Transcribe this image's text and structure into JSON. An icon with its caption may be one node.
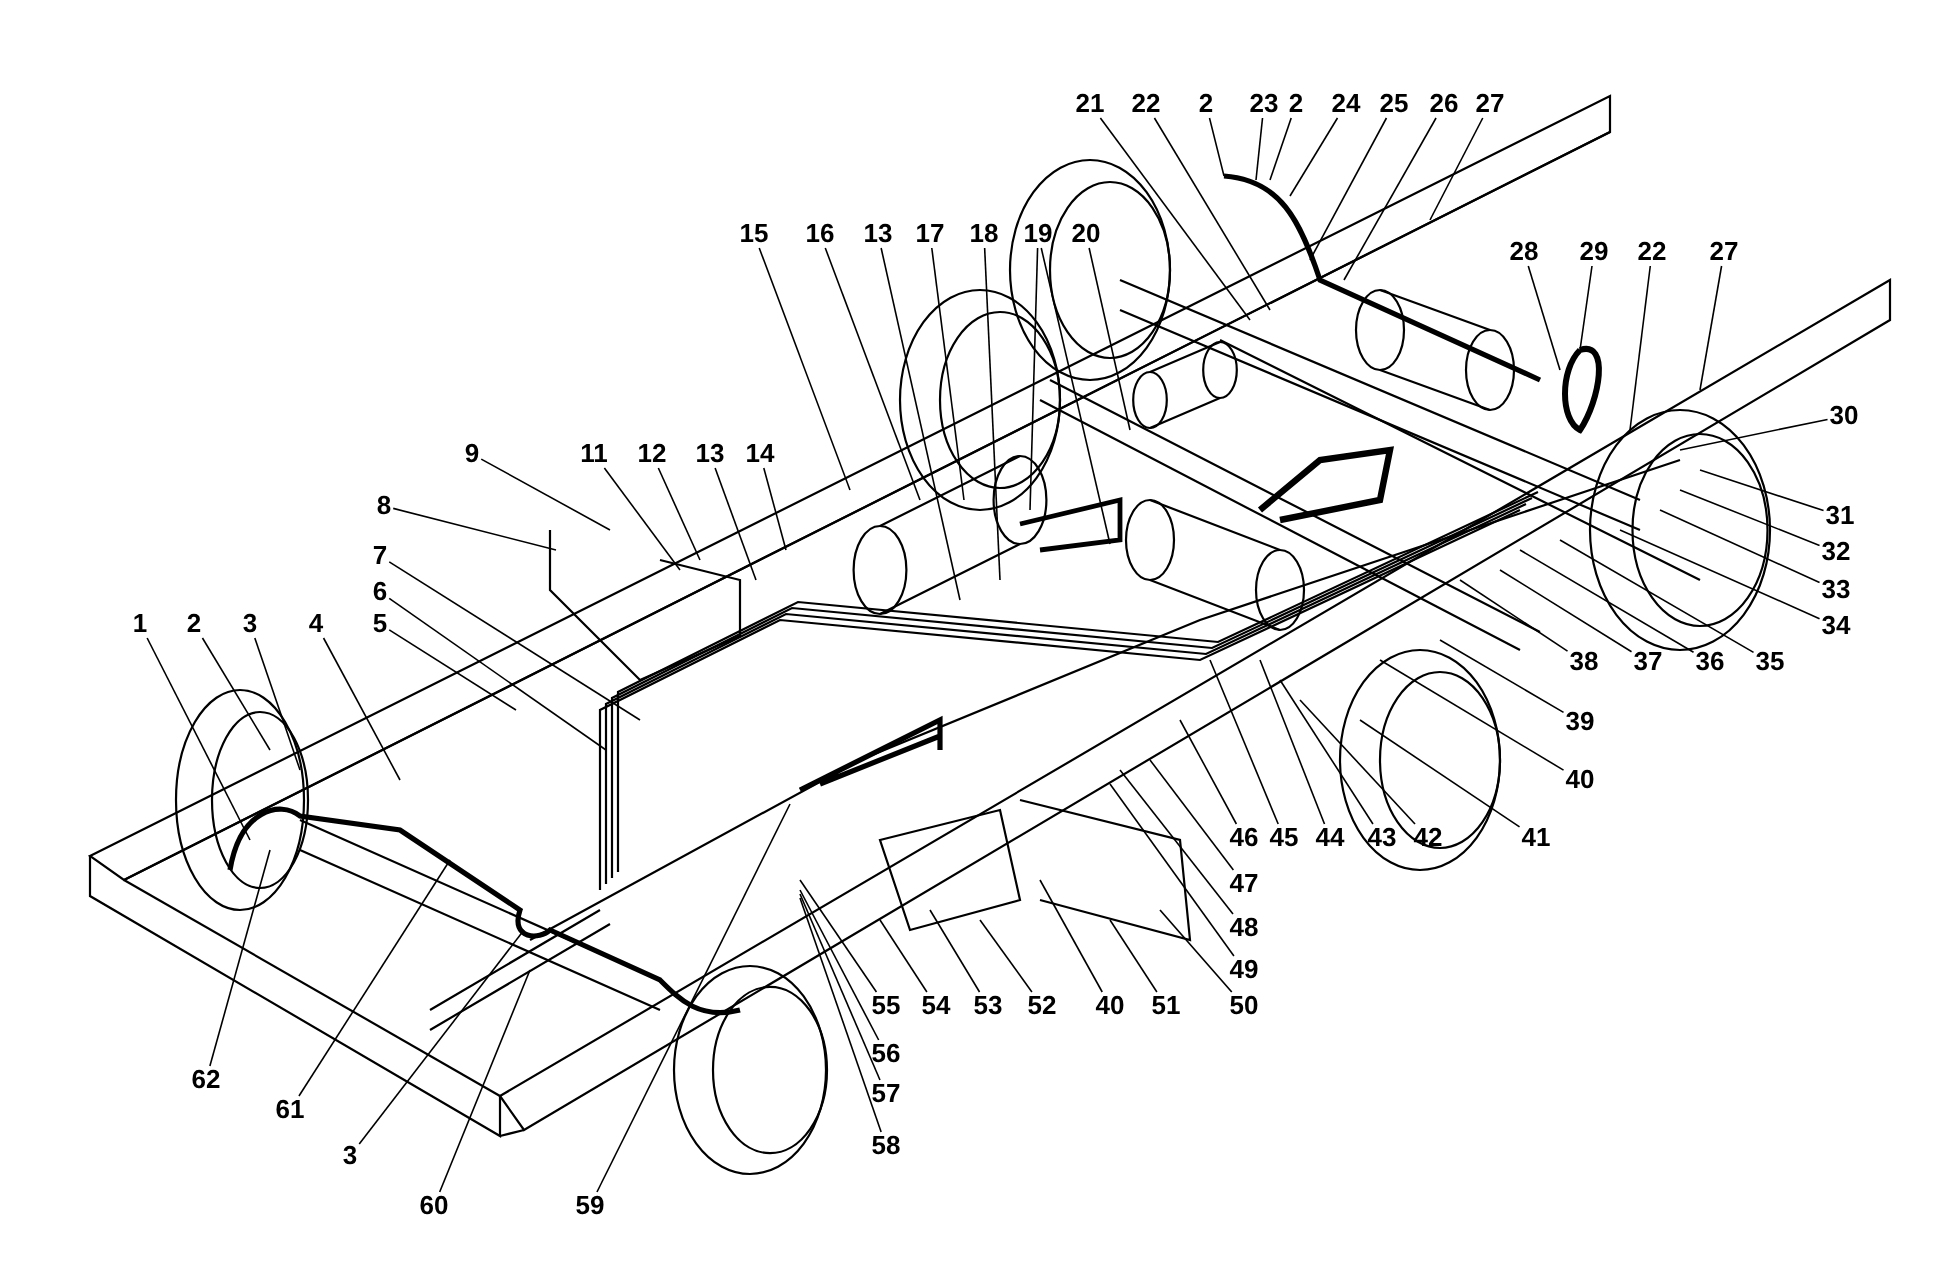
{
  "diagram": {
    "nodes": [
      {
        "text": [
          "1"
        ]
      },
      {
        "text": [
          "2"
        ]
      },
      {
        "text": [
          "3"
        ]
      },
      {
        "text": [
          "4"
        ]
      },
      {
        "text": [
          "5"
        ]
      },
      {
        "text": [
          "6"
        ]
      },
      {
        "text": [
          "7"
        ]
      },
      {
        "text": [
          "8"
        ]
      },
      {
        "text": [
          "9"
        ]
      },
      {
        "text": [
          "11"
        ]
      },
      {
        "text": [
          "12"
        ]
      },
      {
        "text": [
          "13"
        ]
      },
      {
        "text": [
          "14"
        ]
      },
      {
        "text": [
          "15"
        ]
      },
      {
        "text": [
          "16"
        ]
      },
      {
        "text": [
          "13"
        ]
      },
      {
        "text": [
          "17"
        ]
      },
      {
        "text": [
          "18"
        ]
      },
      {
        "text": [
          "19"
        ]
      },
      {
        "text": [
          "20"
        ]
      },
      {
        "text": [
          "21"
        ]
      },
      {
        "text": [
          "22"
        ]
      },
      {
        "text": [
          "2"
        ]
      },
      {
        "text": [
          "23"
        ]
      },
      {
        "text": [
          "2"
        ]
      },
      {
        "text": [
          "24"
        ]
      },
      {
        "text": [
          "25"
        ]
      },
      {
        "text": [
          "26"
        ]
      },
      {
        "text": [
          "27"
        ]
      },
      {
        "text": [
          "28"
        ]
      },
      {
        "text": [
          "29"
        ]
      },
      {
        "text": [
          "22"
        ]
      },
      {
        "text": [
          "27"
        ]
      },
      {
        "text": [
          "30"
        ]
      },
      {
        "text": [
          "31"
        ]
      },
      {
        "text": [
          "32"
        ]
      },
      {
        "text": [
          "33"
        ]
      },
      {
        "text": [
          "34"
        ]
      },
      {
        "text": [
          "35"
        ]
      },
      {
        "text": [
          "36"
        ]
      },
      {
        "text": [
          "37"
        ]
      },
      {
        "text": [
          "38"
        ]
      },
      {
        "text": [
          "39"
        ]
      },
      {
        "text": [
          "40"
        ]
      },
      {
        "text": [
          "41"
        ]
      },
      {
        "text": [
          "42"
        ]
      },
      {
        "text": [
          "43"
        ]
      },
      {
        "text": [
          "44"
        ]
      },
      {
        "text": [
          "45"
        ]
      },
      {
        "text": [
          "46"
        ]
      },
      {
        "text": [
          "47"
        ]
      },
      {
        "text": [
          "48"
        ]
      },
      {
        "text": [
          "49"
        ]
      },
      {
        "text": [
          "50"
        ]
      },
      {
        "text": [
          "51"
        ]
      },
      {
        "text": [
          "40"
        ]
      },
      {
        "text": [
          "52"
        ]
      },
      {
        "text": [
          "53"
        ]
      },
      {
        "text": [
          "54"
        ]
      },
      {
        "text": [
          "55"
        ]
      },
      {
        "text": [
          "56"
        ]
      },
      {
        "text": [
          "57"
        ]
      },
      {
        "text": [
          "58"
        ]
      },
      {
        "text": [
          "59"
        ]
      },
      {
        "text": [
          "60"
        ]
      },
      {
        "text": [
          "3"
        ]
      },
      {
        "text": [
          "61"
        ]
      },
      {
        "text": [
          "62"
        ]
      }
    ],
    "edges": [
      {
        "from": 0,
        "to": null,
        "arrow": "none"
      },
      {
        "from": 1,
        "to": null,
        "arrow": "none"
      },
      {
        "from": 2,
        "to": null,
        "arrow": "none"
      },
      {
        "from": 3,
        "to": null,
        "arrow": "none"
      },
      {
        "from": 4,
        "to": null,
        "arrow": "none"
      },
      {
        "from": 5,
        "to": null,
        "arrow": "none"
      },
      {
        "from": 6,
        "to": null,
        "arrow": "none"
      },
      {
        "from": 7,
        "to": null,
        "arrow": "none"
      },
      {
        "from": 8,
        "to": null,
        "arrow": "none"
      },
      {
        "from": 9,
        "to": null,
        "arrow": "none"
      },
      {
        "from": 10,
        "to": null,
        "arrow": "none"
      },
      {
        "from": 11,
        "to": null,
        "arrow": "none"
      },
      {
        "from": 12,
        "to": null,
        "arrow": "none"
      },
      {
        "from": 13,
        "to": null,
        "arrow": "none"
      },
      {
        "from": 14,
        "to": null,
        "arrow": "none"
      },
      {
        "from": 15,
        "to": null,
        "arrow": "none"
      },
      {
        "from": 16,
        "to": null,
        "arrow": "none"
      },
      {
        "from": 17,
        "to": null,
        "arrow": "none"
      },
      {
        "from": 18,
        "to": null,
        "arrow": "none"
      },
      {
        "from": 18,
        "to": null,
        "arrow": "none"
      },
      {
        "from": 19,
        "to": null,
        "arrow": "none"
      },
      {
        "from": 20,
        "to": null,
        "arrow": "none"
      },
      {
        "from": 21,
        "to": null,
        "arrow": "none"
      },
      {
        "from": 22,
        "to": null,
        "arrow": "none"
      },
      {
        "from": 23,
        "to": null,
        "arrow": "none"
      },
      {
        "from": 24,
        "to": null,
        "arrow": "none"
      },
      {
        "from": 25,
        "to": null,
        "arrow": "none"
      },
      {
        "from": 26,
        "to": null,
        "arrow": "none"
      },
      {
        "from": 27,
        "to": null,
        "arrow": "none"
      },
      {
        "from": 28,
        "to": null,
        "arrow": "none"
      },
      {
        "from": 29,
        "to": null,
        "arrow": "none"
      },
      {
        "from": 30,
        "to": null,
        "arrow": "none"
      },
      {
        "from": 31,
        "to": null,
        "arrow": "none"
      },
      {
        "from": 32,
        "to": null,
        "arrow": "none"
      },
      {
        "from": 33,
        "to": null,
        "arrow": "none"
      },
      {
        "from": 34,
        "to": null,
        "arrow": "none"
      },
      {
        "from": 35,
        "to": null,
        "arrow": "none"
      },
      {
        "from": 36,
        "to": null,
        "arrow": "none"
      },
      {
        "from": 37,
        "to": null,
        "arrow": "none"
      },
      {
        "from": 38,
        "to": null,
        "arrow": "none"
      },
      {
        "from": 39,
        "to": null,
        "arrow": "none"
      },
      {
        "from": 40,
        "to": null,
        "arrow": "none"
      },
      {
        "from": 41,
        "to": null,
        "arrow": "none"
      },
      {
        "from": 42,
        "to": null,
        "arrow": "none"
      },
      {
        "from": 43,
        "to": null,
        "arrow": "none"
      },
      {
        "from": 44,
        "to": null,
        "arrow": "none"
      },
      {
        "from": 45,
        "to": null,
        "arrow": "none"
      },
      {
        "from": 46,
        "to": null,
        "arrow": "none"
      },
      {
        "from": 47,
        "to": null,
        "arrow": "none"
      },
      {
        "from": 48,
        "to": null,
        "arrow": "none"
      },
      {
        "from": 49,
        "to": null,
        "arrow": "none"
      },
      {
        "from": 50,
        "to": null,
        "arrow": "none"
      },
      {
        "from": 51,
        "to": null,
        "arrow": "none"
      },
      {
        "from": 52,
        "to": null,
        "arrow": "none"
      },
      {
        "from": 53,
        "to": null,
        "arrow": "none"
      },
      {
        "from": 54,
        "to": null,
        "arrow": "none"
      },
      {
        "from": 55,
        "to": null,
        "arrow": "none"
      },
      {
        "from": 56,
        "to": null,
        "arrow": "none"
      },
      {
        "from": 57,
        "to": null,
        "arrow": "none"
      },
      {
        "from": 58,
        "to": null,
        "arrow": "none"
      },
      {
        "from": 59,
        "to": null,
        "arrow": "none"
      },
      {
        "from": 60,
        "to": null,
        "arrow": "none"
      },
      {
        "from": 61,
        "to": null,
        "arrow": "none"
      },
      {
        "from": 62,
        "to": null,
        "arrow": "none"
      },
      {
        "from": 63,
        "to": null,
        "arrow": "none"
      },
      {
        "from": 64,
        "to": null,
        "arrow": "none"
      },
      {
        "from": 65,
        "to": null,
        "arrow": "none"
      },
      {
        "from": 66,
        "to": null,
        "arrow": "none"
      },
      {
        "from": 67,
        "to": null,
        "arrow": "none"
      }
    ]
  }
}
